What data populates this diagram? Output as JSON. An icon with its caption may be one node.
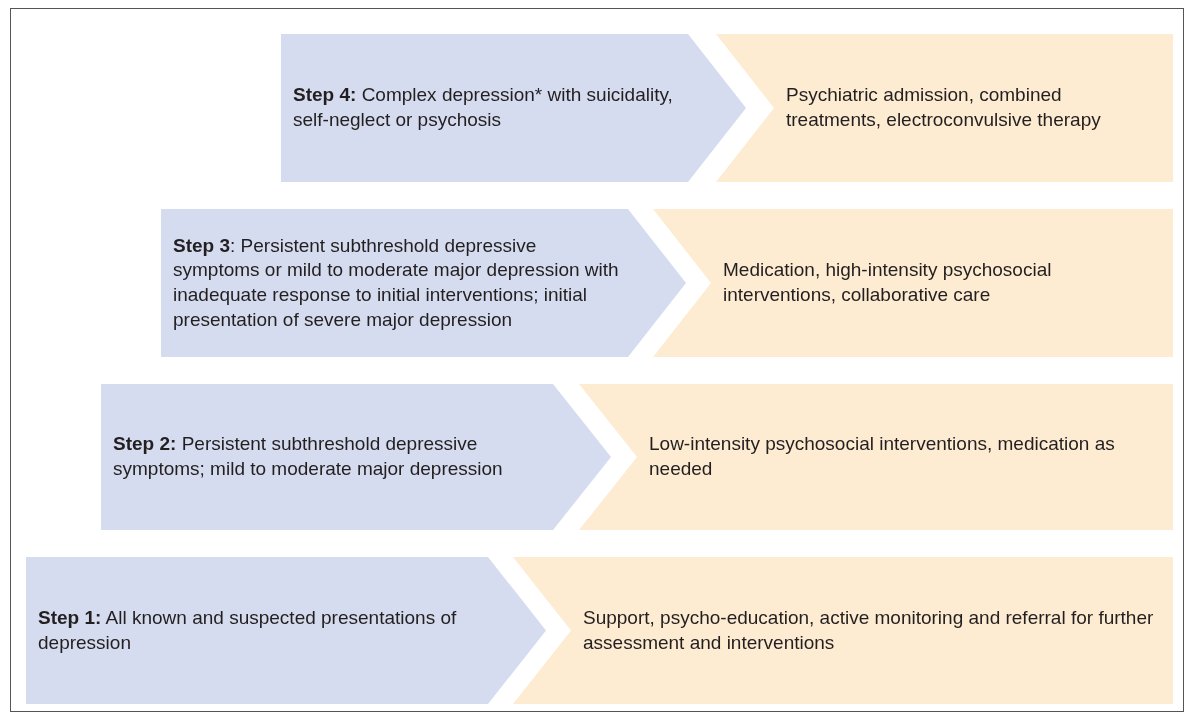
{
  "diagram": {
    "nodes": [
      {
        "text": [
          "**Step 4:** Complex depression* with suicidality, self-neglect or psychosis"
        ]
      },
      {
        "text": [
          "Psychiatric admission, combined treatments, electroconvulsive therapy"
        ]
      },
      {
        "text": [
          "**Step 3**: Persistent subthreshold depressive symptoms or mild to moderate major depression with inadequate response to initial interventions; initial presentation of severe major depression"
        ]
      },
      {
        "text": [
          "Medication, high-intensity psychosocial interventions, collaborative care"
        ]
      },
      {
        "text": [
          "**Step 2:** Persistent subthreshold depressive symptoms; mild to moderate major depression"
        ]
      },
      {
        "text": [
          "Low-intensity psychosocial interventions, medication as needed"
        ]
      },
      {
        "text": [
          "**Step 1:** All known and suspected presentations of depression"
        ]
      },
      {
        "text": [
          "Support, psycho-education, active monitoring and referral for further assessment and interventions"
        ]
      }
    ],
    "edges": []
  }
}
